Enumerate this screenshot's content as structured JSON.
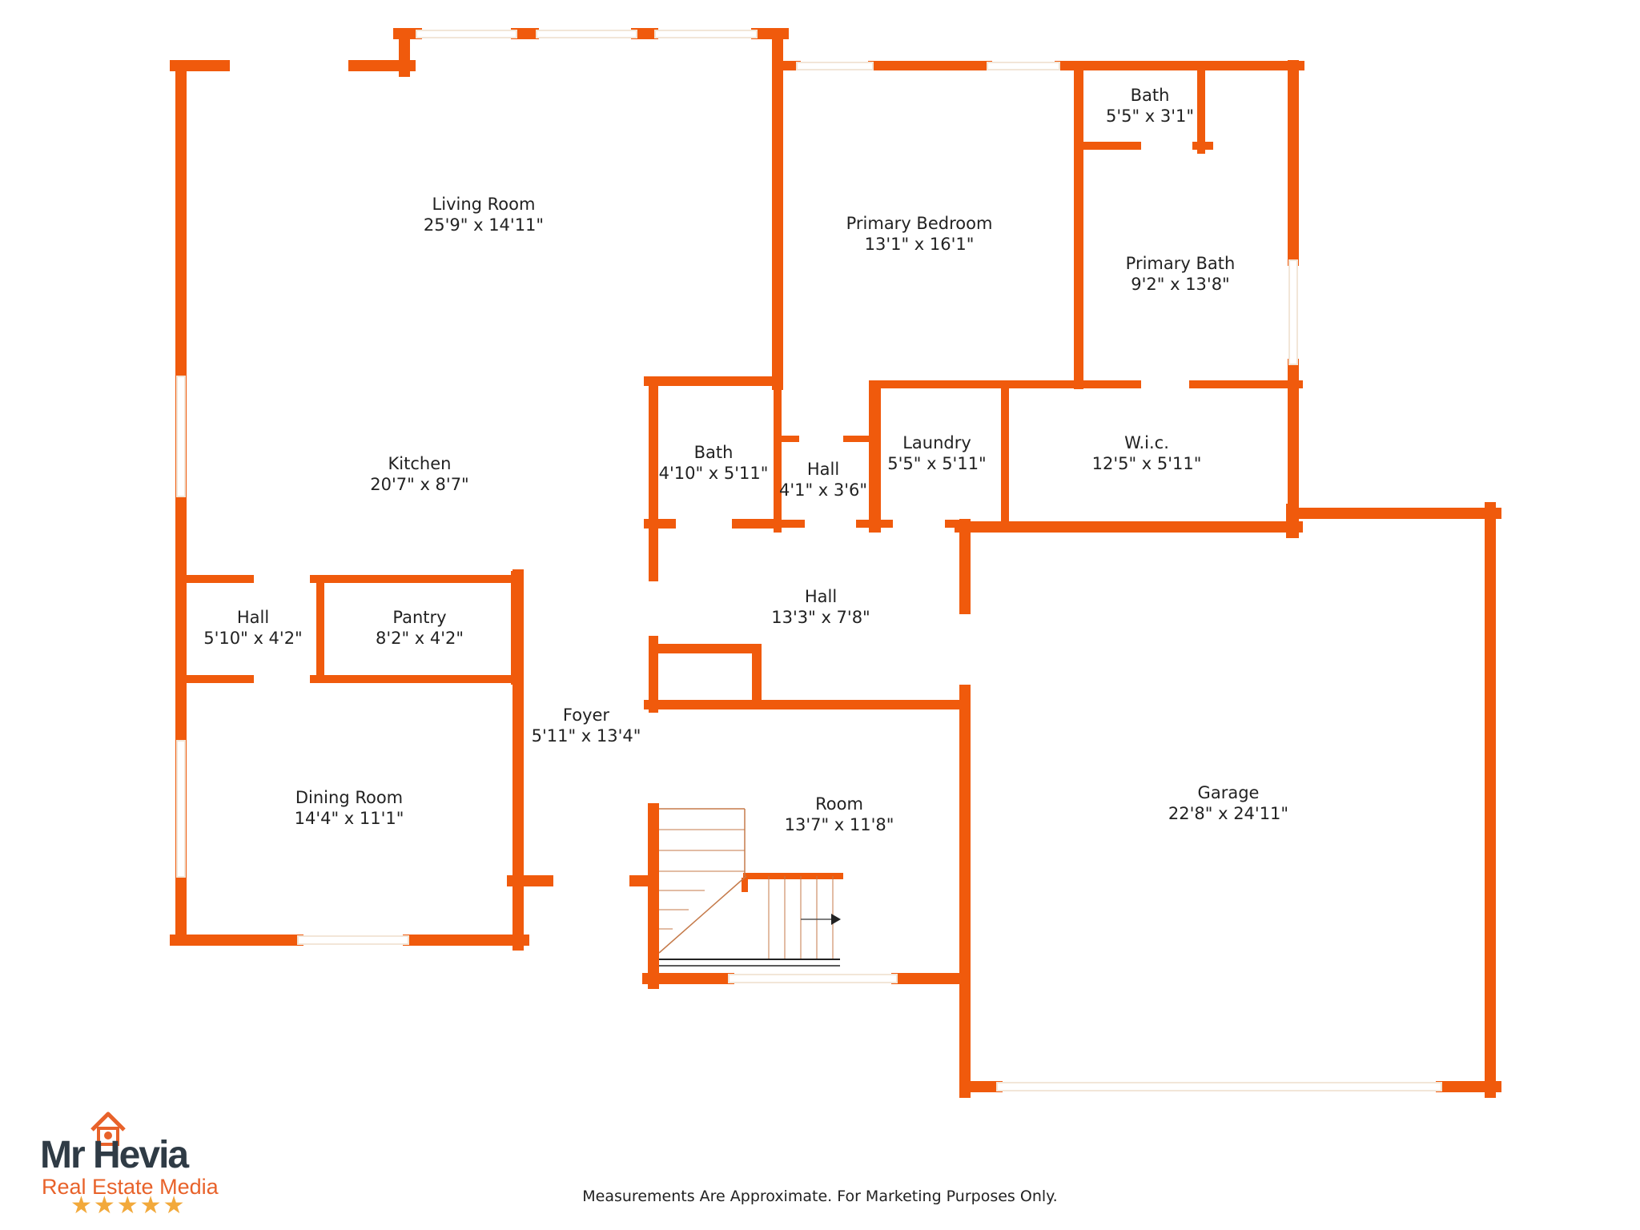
{
  "colors": {
    "wall": "#f05a0c",
    "window": "#f2e6d8",
    "text": "#222222",
    "logo_accent": "#e8622a",
    "star": "#f2a93b"
  },
  "rooms": [
    {
      "id": "living-room",
      "name": "Living Room",
      "dims": "25'9\" x 14'11\""
    },
    {
      "id": "kitchen",
      "name": "Kitchen",
      "dims": "20'7\" x 8'7\""
    },
    {
      "id": "hall-west",
      "name": "Hall",
      "dims": "5'10\" x 4'2\""
    },
    {
      "id": "pantry",
      "name": "Pantry",
      "dims": "8'2\" x 4'2\""
    },
    {
      "id": "dining-room",
      "name": "Dining Room",
      "dims": "14'4\" x 11'1\""
    },
    {
      "id": "foyer",
      "name": "Foyer",
      "dims": "5'11\" x 13'4\""
    },
    {
      "id": "bath-center",
      "name": "Bath",
      "dims": "4'10\" x 5'11\""
    },
    {
      "id": "hall-small",
      "name": "Hall",
      "dims": "4'1\" x 3'6\""
    },
    {
      "id": "laundry",
      "name": "Laundry",
      "dims": "5'5\" x 5'11\""
    },
    {
      "id": "wic",
      "name": "W.i.c.",
      "dims": "12'5\" x 5'11\""
    },
    {
      "id": "primary-bedroom",
      "name": "Primary Bedroom",
      "dims": "13'1\" x 16'1\""
    },
    {
      "id": "bath-top",
      "name": "Bath",
      "dims": "5'5\" x 3'1\""
    },
    {
      "id": "primary-bath",
      "name": "Primary Bath",
      "dims": "9'2\" x 13'8\""
    },
    {
      "id": "hall-center",
      "name": "Hall",
      "dims": "13'3\" x 7'8\""
    },
    {
      "id": "room",
      "name": "Room",
      "dims": "13'7\" x 11'8\""
    },
    {
      "id": "garage",
      "name": "Garage",
      "dims": "22'8\" x 24'11\""
    }
  ],
  "footer": {
    "disclaimer": "Measurements Are Approximate. For Marketing Purposes Only."
  },
  "logo": {
    "name_part1": "Mr",
    "name_part2": "Hevia",
    "tagline": "Real Estate Media",
    "stars": "★★★★★"
  }
}
